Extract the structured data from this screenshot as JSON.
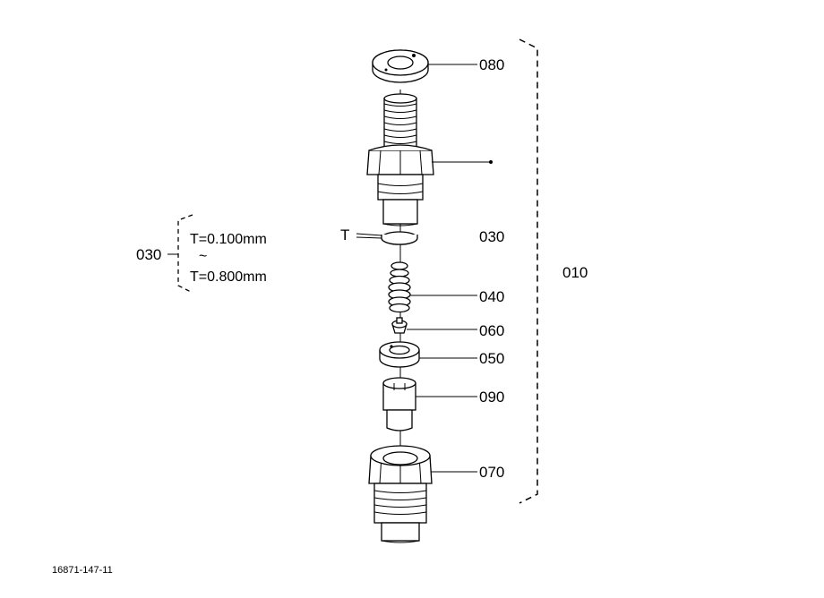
{
  "figure_id": "16871-147-11",
  "callouts": {
    "washer": "080",
    "nozzle_body": "",
    "shim": "030",
    "spring": "040",
    "pin": "060",
    "spacer": "050",
    "nozzle_tip": "090",
    "retaining_nut": "070",
    "assembly": "010"
  },
  "shim_marker": "T",
  "shim_table": {
    "callout": "030",
    "min": "T=0.100mm",
    "range_symbol": "~",
    "max": "T=0.800mm"
  }
}
